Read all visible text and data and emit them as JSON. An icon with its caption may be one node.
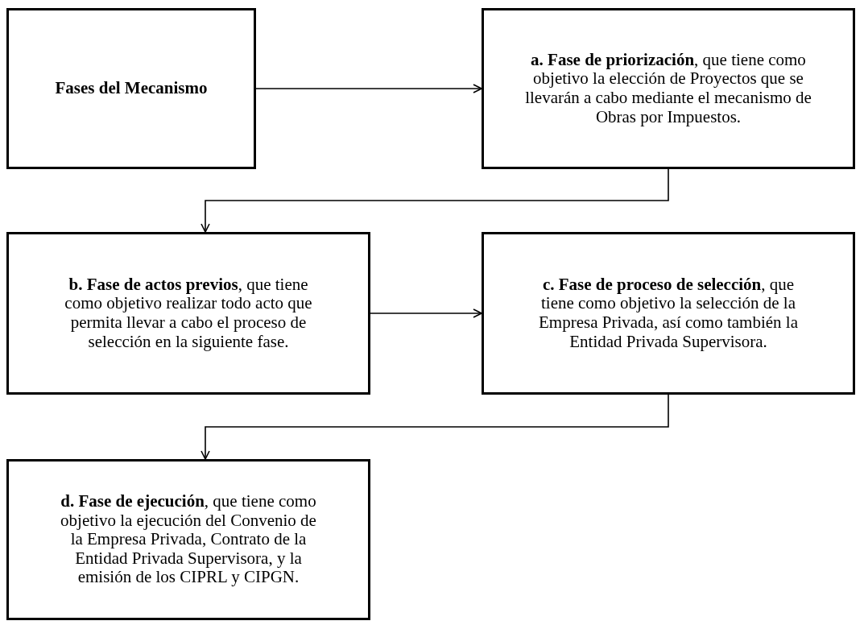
{
  "diagram": {
    "nodes": [
      {
        "text": [
          "Fases del Mecanismo"
        ]
      },
      {
        "text": [
          "**a. Fase de priorización**, que tiene como objetivo la elección de Proyectos que se llevarán a cabo mediante el mecanismo de Obras por Impuestos."
        ]
      },
      {
        "text": [
          "**b. Fase de actos previos**, que tiene como objetivo realizar todo acto que permita llevar a cabo el proceso de selección en la siguiente fase."
        ]
      },
      {
        "text": [
          "**c. Fase de proceso de selección**, que tiene como objetivo la selección de la Empresa Privada, así como también la Entidad Privada Supervisora."
        ]
      },
      {
        "text": [
          "**d. Fase de ejecución**, que tiene como objetivo la ejecución del Convenio de la Empresa Privada, Contrato de la Entidad Privada Supervisora, y la emisión de los CIPRL y CIPGN."
        ]
      }
    ],
    "edges": [
      {
        "from": 0,
        "to": 1,
        "arrow": "to"
      },
      {
        "from": 1,
        "to": 2,
        "arrow": "to"
      },
      {
        "from": 2,
        "to": 3,
        "arrow": "to"
      },
      {
        "from": 3,
        "to": 4,
        "arrow": "to"
      }
    ]
  }
}
